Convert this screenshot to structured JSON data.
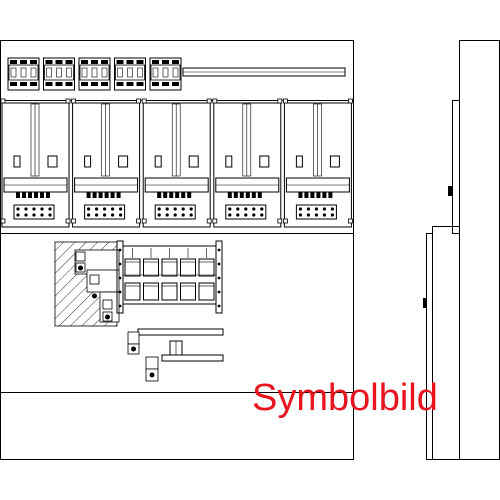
{
  "watermark": {
    "text": "Symbolbild",
    "color": "#e8141e"
  },
  "meter_panel": {
    "meter_slot_count": 5
  },
  "top_rail": {
    "breaker_group_count": 5
  },
  "terminal_block": {
    "fuse_columns": 5,
    "fuse_rows": 2
  },
  "colors": {
    "line": "#000000",
    "background": "#ffffff"
  }
}
